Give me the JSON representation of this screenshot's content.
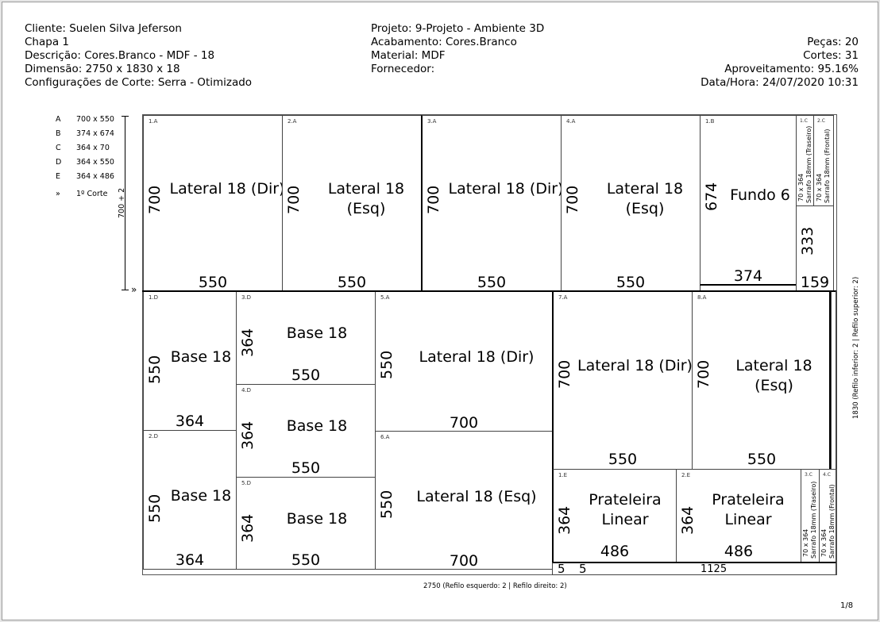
{
  "header": {
    "left": [
      "Cliente: Suelen Silva Jeferson",
      "Chapa 1",
      "Descrição: Cores.Branco - MDF - 18",
      "Dimensão: 2750 x 1830 x 18",
      "Configurações de Corte: Serra - Otimizado"
    ],
    "middle": [
      "Projeto: 9-Projeto - Ambiente 3D",
      "Acabamento: Cores.Branco",
      "Material: MDF",
      "Fornecedor:"
    ],
    "right": [
      "Peças: 20",
      "Cortes: 31",
      "Aproveitamento: 95.16%",
      "Data/Hora: 24/07/2020 10:31"
    ]
  },
  "legend": [
    {
      "code": "A",
      "dims": "700 x 550"
    },
    {
      "code": "B",
      "dims": "374 x 674"
    },
    {
      "code": "C",
      "dims": "364 x 70"
    },
    {
      "code": "D",
      "dims": "364 x 550"
    },
    {
      "code": "E",
      "dims": "364 x 486"
    },
    {
      "code": "»",
      "dims": "1º Corte"
    }
  ],
  "left_dim": "700 + 2",
  "cut_marker": "»",
  "pieces": {
    "p1A": {
      "id": "1.A",
      "name": "Lateral 18 (Dir)",
      "w": "550",
      "h": "700"
    },
    "p2A": {
      "id": "2.A",
      "name": "Lateral 18 (Esq)",
      "w": "550",
      "h": "700"
    },
    "p3A": {
      "id": "3.A",
      "name": "Lateral 18 (Dir)",
      "w": "550",
      "h": "700"
    },
    "p4A": {
      "id": "4.A",
      "name": "Lateral 18 (Esq)",
      "w": "550",
      "h": "700"
    },
    "p1B": {
      "id": "1.B",
      "name": "Fundo 6",
      "w": "374",
      "h": "674"
    },
    "p1C": {
      "id": "1.C",
      "name": "Sarrafo 18mm (Traseiro)",
      "dims": "70 x 364"
    },
    "p2C": {
      "id": "2.C",
      "name": "Sarrafo 18mm (Frontal)",
      "dims": "70 x 364"
    },
    "scrap1": {
      "h": "333",
      "w": "159"
    },
    "p1D": {
      "id": "1.D",
      "name": "Base 18",
      "w": "364",
      "h": "550"
    },
    "p2D": {
      "id": "2.D",
      "name": "Base 18",
      "w": "364",
      "h": "550"
    },
    "p3D": {
      "id": "3.D",
      "name": "Base 18",
      "w": "550",
      "h": "364"
    },
    "p4D": {
      "id": "4.D",
      "name": "Base 18",
      "w": "550",
      "h": "364"
    },
    "p5D": {
      "id": "5.D",
      "name": "Base 18",
      "w": "550",
      "h": "364"
    },
    "p5A": {
      "id": "5.A",
      "name": "Lateral 18 (Dir)",
      "w": "700",
      "h": "550"
    },
    "p6A": {
      "id": "6.A",
      "name": "Lateral 18 (Esq)",
      "w": "700",
      "h": "550"
    },
    "p7A": {
      "id": "7.A",
      "name": "Lateral 18 (Dir)",
      "w": "550",
      "h": "700"
    },
    "p8A": {
      "id": "8.A",
      "name": "Lateral 18 (Esq)",
      "w": "550",
      "h": "700"
    },
    "p1E": {
      "id": "1.E",
      "name": "Prateleira Linear",
      "w": "486",
      "h": "364"
    },
    "p2E": {
      "id": "2.E",
      "name": "Prateleira Linear",
      "w": "486",
      "h": "364"
    },
    "p3C": {
      "id": "3.C",
      "name": "Sarrafo 18mm (Traseiro)",
      "dims": "70 x 364"
    },
    "p4C": {
      "id": "4.C",
      "name": "Sarrafo 18mm (Frontal)",
      "dims": "70 x 364"
    },
    "bottom_strip": {
      "a": "5",
      "b": "5",
      "w": "1125"
    }
  },
  "footer_dim": "2750 (Refilo esquerdo: 2 | Refilo direito: 2)",
  "side_dim": "1830 (Refilo inferior: 2 | Refilo superior: 2)",
  "page_number": "1/8"
}
